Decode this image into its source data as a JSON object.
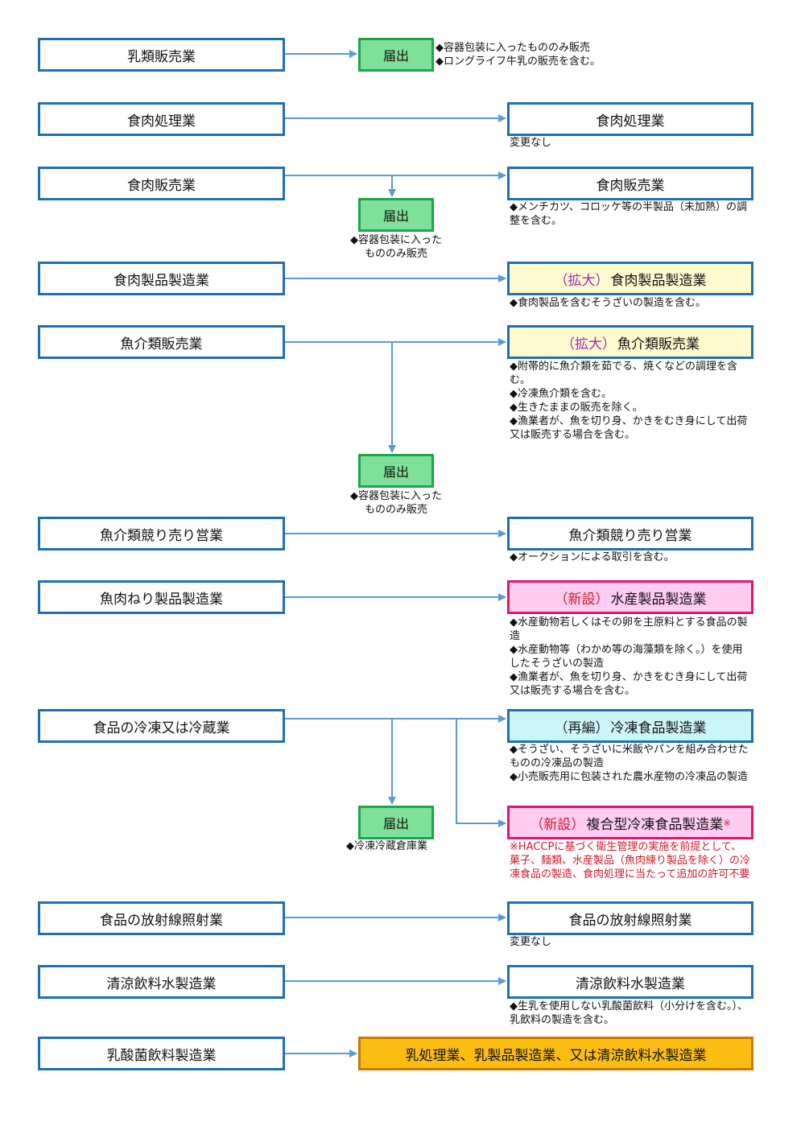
{
  "rows": [
    {
      "left": "乳類販売業",
      "notify": "届出",
      "notify_note": [
        "◆容器包装に入ったもののみ販売",
        "◆ロングライフ牛乳の販売を含む。"
      ]
    },
    {
      "left": "食肉処理業",
      "right": "食肉処理業",
      "right_note": [
        "変更なし"
      ]
    },
    {
      "left": "食肉販売業",
      "right": "食肉販売業",
      "right_note": [
        "◆メンチカツ、コロッケ等の半製品（未加熱）の調整を含む。"
      ],
      "notify": "届出",
      "notify_note": [
        "◆容器包装に入った",
        "もののみ販売"
      ]
    },
    {
      "left": "食肉製品製造業",
      "right_tag": "（拡大）",
      "right": "食肉製品製造業",
      "right_note": [
        "◆食肉製品を含むそうざいの製造を含む。"
      ]
    },
    {
      "left": "魚介類販売業",
      "right_tag": "（拡大）",
      "right": "魚介類販売業",
      "right_note": [
        "◆附帯的に魚介類を茹でる、焼くなどの調理を含む。",
        "◆冷凍魚介類を含む。",
        "◆生きたままの販売を除く。",
        "◆漁業者が、魚を切り身、かきをむき身にして出荷又は販売する場合を含む。"
      ],
      "notify": "届出",
      "notify_note": [
        "◆容器包装に入った",
        "もののみ販売"
      ]
    },
    {
      "left": "魚介類競り売り営業",
      "right": "魚介類競り売り営業",
      "right_note": [
        "◆オークションによる取引を含む。"
      ]
    },
    {
      "left": "魚肉ねり製品製造業",
      "right_tag": "（新設）",
      "right": "水産製品製造業",
      "right_note": [
        "◆水産動物若しくはその卵を主原料とする食品の製造",
        "◆水産動物等（わかめ等の海藻類を除く。）を使用したそうざいの製造",
        "◆漁業者が、魚を切り身、かきをむき身にして出荷又は販売する場合を含む。"
      ]
    },
    {
      "left": "食品の冷凍又は冷蔵業",
      "right_tag": "（再編）",
      "right": "冷凍食品製造業",
      "right_note": [
        "◆そうざい、そうざいに米飯やパンを組み合わせたものの冷凍品の製造",
        "◆小売販売用に包装された農水産物の冷凍品の製造"
      ],
      "right2_tag": "（新設）",
      "right2": "複合型冷凍食品製造業",
      "right2_mark": "※",
      "right2_note": [
        "※HACCPに基づく衛生管理の実施を前提として、菓子、麺類、水産製品（魚肉練り製品を除く）の冷凍食品の製造、食肉処理に当たって追加の許可不要"
      ],
      "notify": "届出",
      "notify_note": [
        "◆冷凍冷蔵倉庫業"
      ]
    },
    {
      "left": "食品の放射線照射業",
      "right": "食品の放射線照射業",
      "right_note": [
        "変更なし"
      ]
    },
    {
      "left": "清涼飲料水製造業",
      "right": "清涼飲料水製造業",
      "right_note": [
        "◆生乳を使用しない乳酸菌飲料（小分けを含む。）、乳飲料の製造を含む。"
      ]
    },
    {
      "left": "乳酸菌飲料製造業",
      "right": "乳処理業、乳製品製造業、又は清涼飲料水製造業"
    }
  ],
  "colors": {
    "arrow": "#5b9bd5",
    "box_border": "#1f6fb3",
    "notify_fill": "#7fe09a",
    "notify_border": "#18a84c",
    "expand_fill": "#fffacd",
    "expand_tag": "#9b2bb5",
    "new_fill": "#ffccf2",
    "new_border": "#e4156d",
    "new_tag": "#d01a2a",
    "reorg_fill": "#ccf5f8",
    "final_fill": "#fbbd12"
  }
}
